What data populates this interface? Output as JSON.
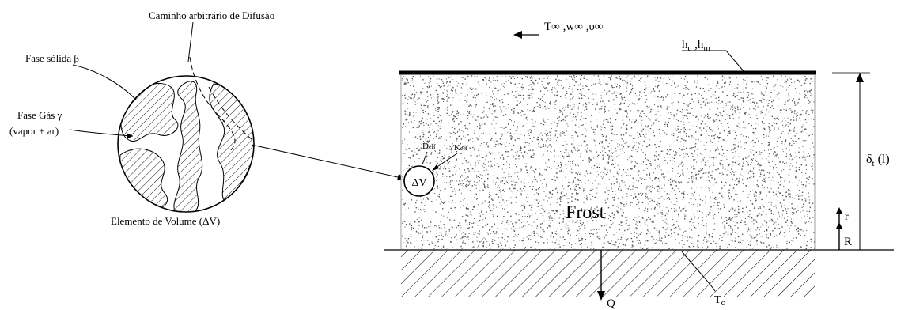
{
  "labels": {
    "diffusion_path": "Caminho arbitrário  de Difusão",
    "solid_phase": "Fase sólida β",
    "gas_phase_line1": "Fase  Gás γ",
    "gas_phase_line2": "(vapor + ar)",
    "volume_element": "Elemento de Volume  (ΔV)",
    "free_stream": "T∞ ,w∞ ,υ∞",
    "hc": "h",
    "hc_sub": "c",
    "hm": " ,h",
    "hm_sub": "m",
    "d_eff": "D",
    "d_eff_sub": "eff",
    "k_eff": "K",
    "k_eff_sub": "eff",
    "delta_v": "ΔV",
    "frost": "Frost",
    "thickness": "δ",
    "thickness_sub": "t",
    "thickness_arg": " (l)",
    "r": "r",
    "R": "R",
    "Q": "Q",
    "Tc": "T",
    "Tc_sub": "c"
  },
  "colors": {
    "ink": "#000000",
    "background": "#ffffff",
    "frost_speckle": "#555555"
  }
}
